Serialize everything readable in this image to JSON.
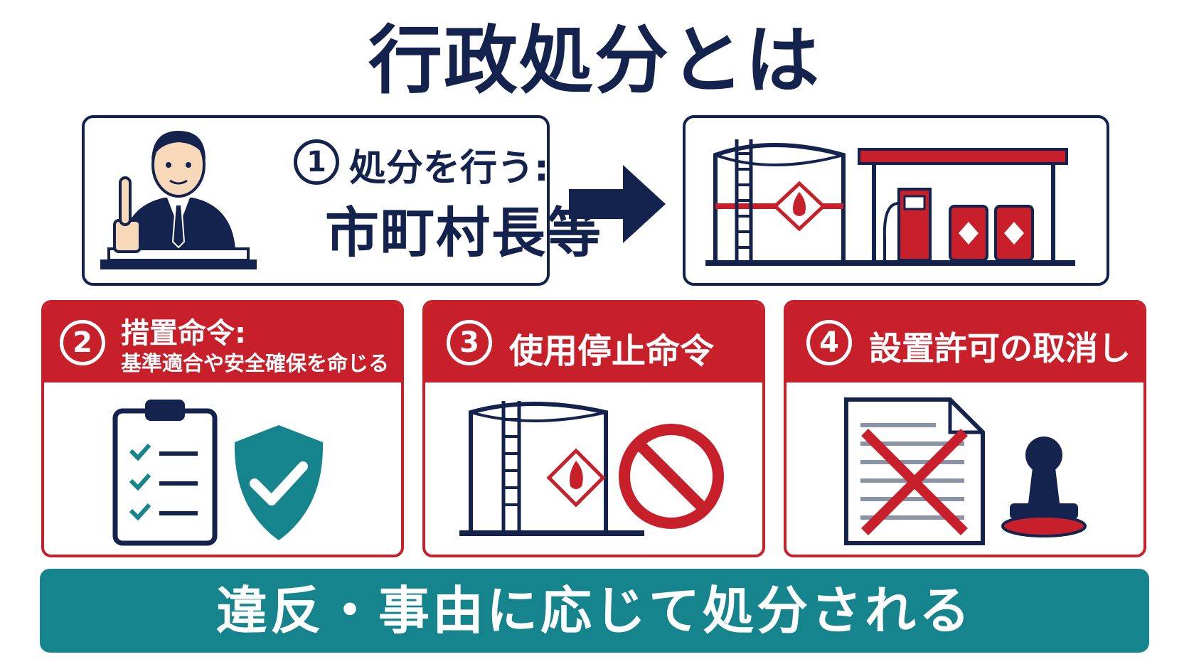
{
  "title": "行政処分とは",
  "step1": {
    "number": "1",
    "label": "処分を行う:",
    "actor": "市町村長等"
  },
  "cards": [
    {
      "number": "2",
      "title": "措置命令:",
      "subtitle": "基準適合や安全確保を命じる"
    },
    {
      "number": "3",
      "title": "使用停止命令"
    },
    {
      "number": "4",
      "title": "設置許可の取消し"
    }
  ],
  "footer": "違反・事由に応じて処分される",
  "colors": {
    "navy": "#14234e",
    "red": "#c8202a",
    "teal": "#16848d"
  }
}
